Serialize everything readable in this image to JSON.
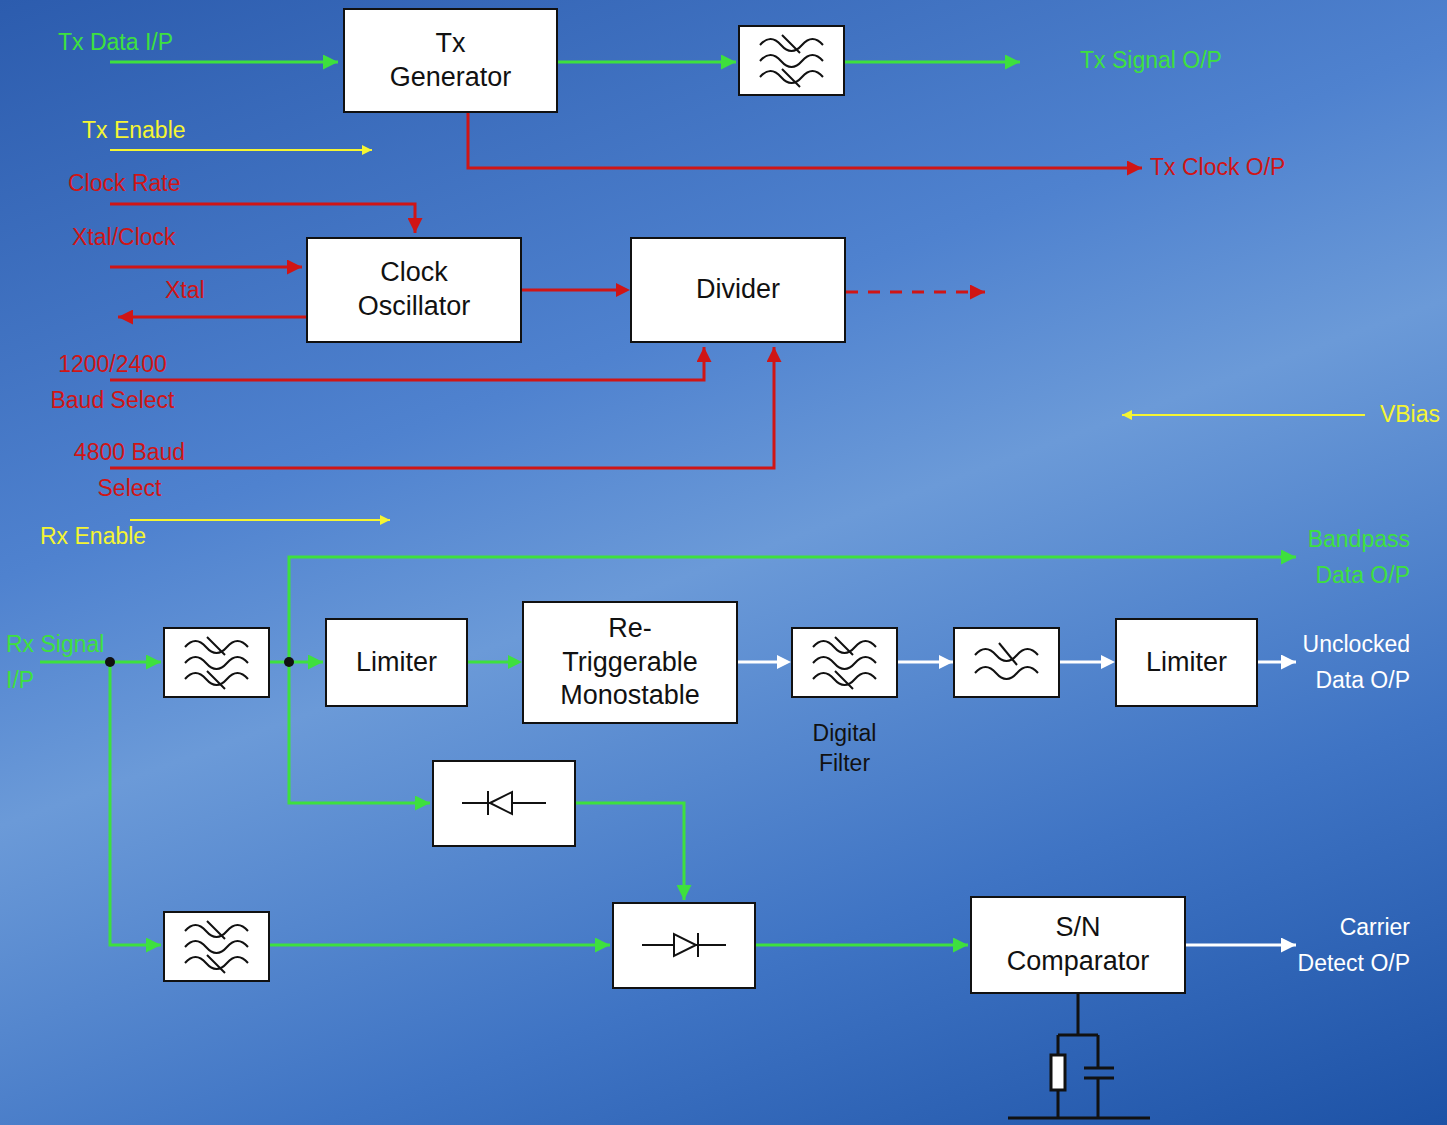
{
  "diagram": {
    "nodes": [
      {
        "text": [
          "Tx Generator"
        ]
      },
      {
        "text": [
          "Clock Oscillator"
        ]
      },
      {
        "text": [
          "Divider"
        ]
      },
      {
        "text": [
          "Limiter"
        ]
      },
      {
        "text": [
          "Re- Triggerable Monostable"
        ]
      },
      {
        "text": [
          "Digital Filter"
        ]
      },
      {
        "text": [
          "Limiter"
        ]
      },
      {
        "text": [
          "S/N Comparator"
        ]
      }
    ],
    "edges": [
      {
        "from": 1,
        "to": 2,
        "arrow": "to"
      },
      {
        "from": 3,
        "to": 4,
        "arrow": "to"
      },
      {
        "from": 4,
        "to": 5,
        "arrow": "to"
      },
      {
        "from": 5,
        "to": 6,
        "arrow": "to"
      }
    ],
    "labels": [
      "Tx Data I/P",
      "Tx Signal O/P",
      "Tx Enable",
      "Tx Clock O/P",
      "Clock Rate",
      "Xtal/Clock",
      "Xtal",
      "1200/2400 Baud Select",
      "4800 Baud Select",
      "VBias",
      "Rx Enable",
      "Rx Signal I/P",
      "Bandpass Data O/P",
      "Unclocked Data O/P",
      "Carrier Detect O/P"
    ]
  }
}
